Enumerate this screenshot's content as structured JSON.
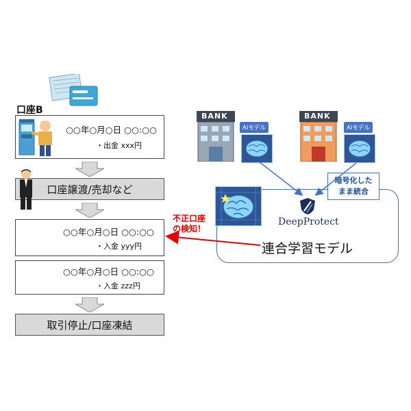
{
  "left": {
    "account_label": "口座B",
    "tx1": {
      "datetime": "○○年○月○日 ○○:○○",
      "detail": "・出金  xxx円"
    },
    "step_transfer": "口座譲渡/売却など",
    "tx2": {
      "datetime": "○○年○月○日 ○○:○○",
      "detail": "・入金  yyy円"
    },
    "tx3": {
      "datetime": "○○年○月○日 ○○:○○",
      "detail": "・入金  zzz円"
    },
    "step_stop": "取引停止/口座凍結"
  },
  "right": {
    "bank1": {
      "sign": "BANK",
      "ai_label": "AIモデル"
    },
    "bank2": {
      "sign": "BANK",
      "ai_label": "AIモデル"
    },
    "encrypted_note": [
      "暗号化した",
      "まま統合"
    ],
    "brand": "DeepProtect",
    "federated": "連合学習モデル"
  },
  "detection": [
    "不正口座",
    "の検知！"
  ],
  "colors": {
    "arrow": "#d9d9d9",
    "accent": "#e00000",
    "blue": "#4472c4",
    "frame": "#4a6fa5"
  }
}
